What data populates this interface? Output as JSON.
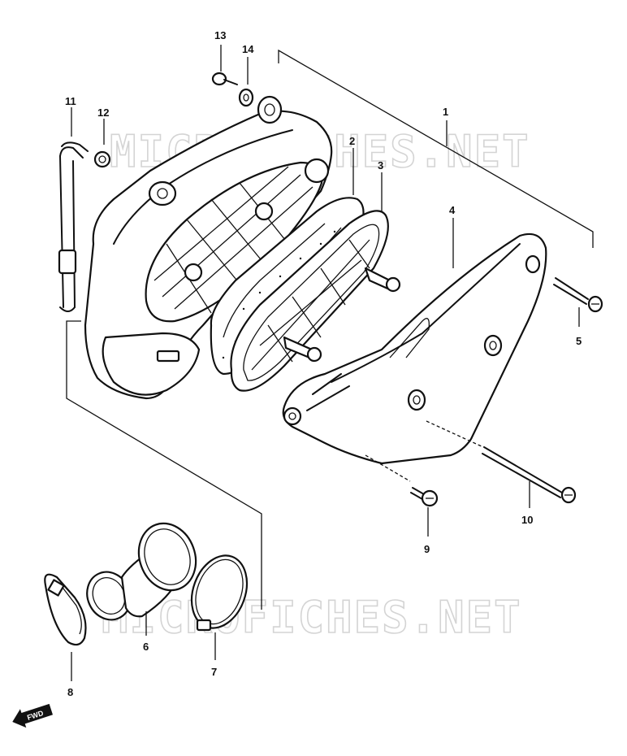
{
  "watermarks": [
    "MICROFICHES.NET",
    "MICROFICHES.NET"
  ],
  "callouts": {
    "c1": "1",
    "c2": "2",
    "c3": "3",
    "c4": "4",
    "c5": "5",
    "c6": "6",
    "c7": "7",
    "c8": "8",
    "c9": "9",
    "c10": "10",
    "c11": "11",
    "c12": "12",
    "c13": "13",
    "c14": "14"
  },
  "direction_marker": "FWD",
  "colors": {
    "line": "#111111",
    "watermark": "#d4d4d4",
    "background": "#ffffff"
  }
}
